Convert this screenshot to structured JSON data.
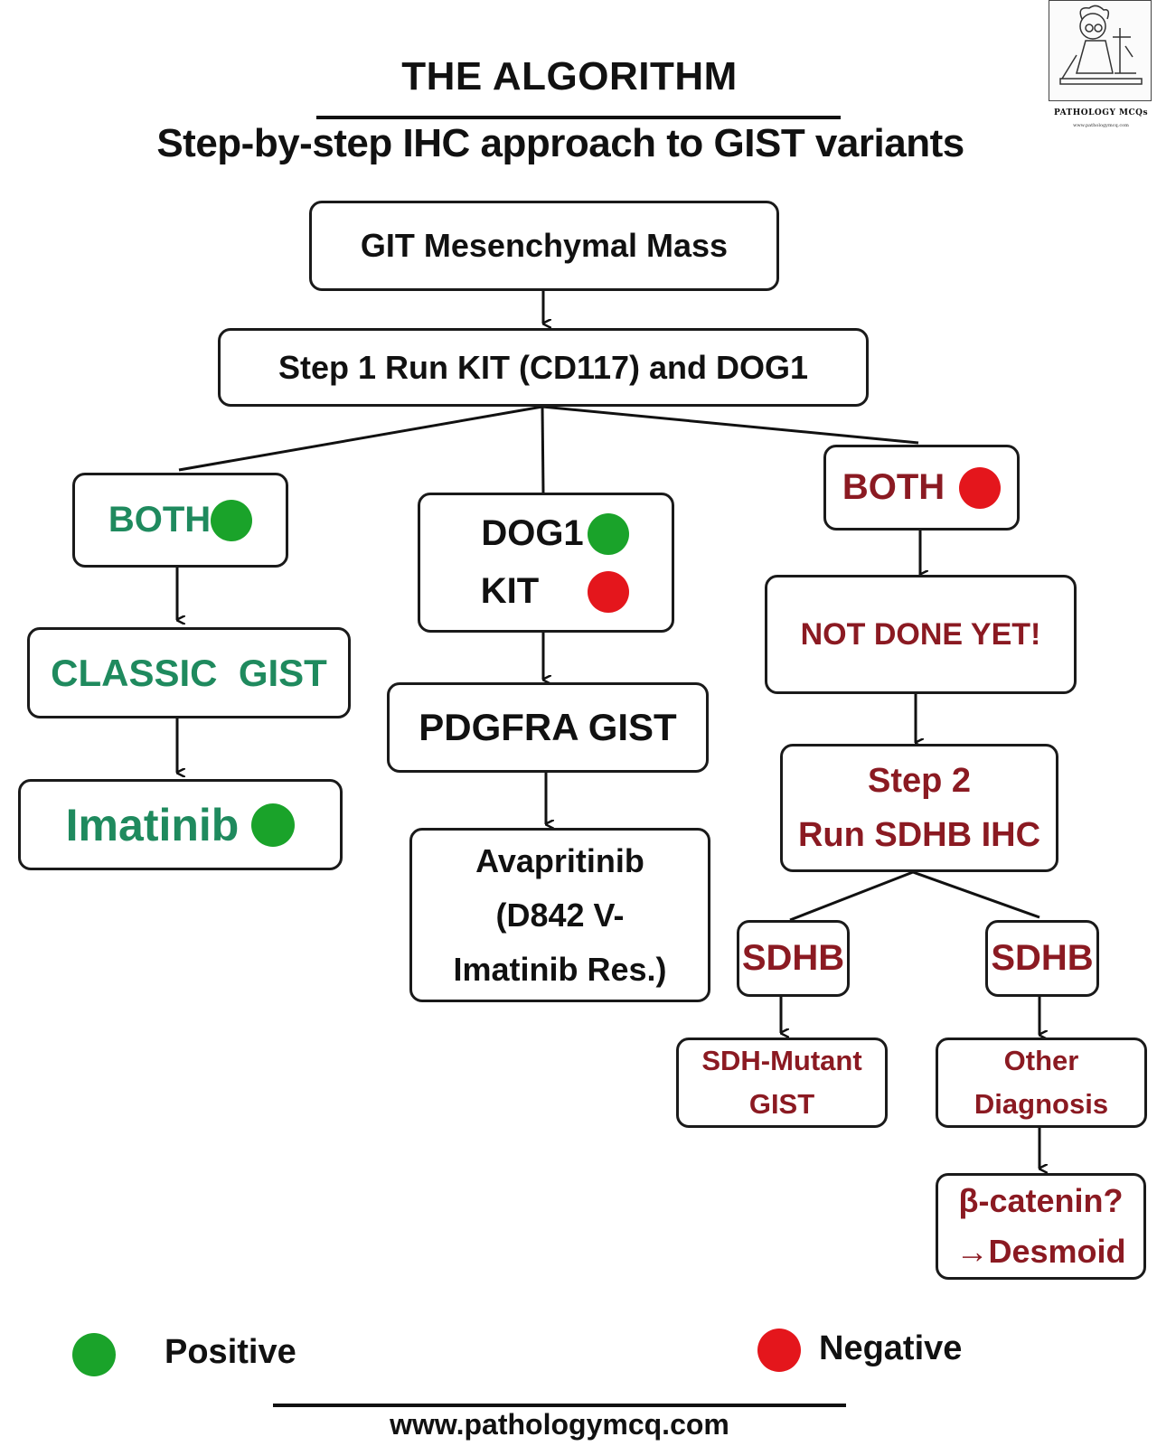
{
  "header": {
    "title": "THE ALGORITHM",
    "subtitle": "Step-by-step IHC approach to GIST variants"
  },
  "logo": {
    "caption": "PATHOLOGY MCQs",
    "url": "www.pathologymcq.com"
  },
  "nodes": {
    "start": "GIT Mesenchymal Mass",
    "step1": "Step 1 Run KIT (CD117) and DOG1",
    "both_pos": "BOTH",
    "dog1_kit_line1": "DOG1",
    "dog1_kit_line2": "KIT",
    "both_neg": "BOTH",
    "classic": "CLASSIC  GIST",
    "imatinib": "Imatinib",
    "pdgfra": "PDGFRA GIST",
    "avapritinib_l1": "Avapritinib",
    "avapritinib_l2": "(D842 V-",
    "avapritinib_l3": "Imatinib Res.)",
    "not_done": "NOT DONE YET!",
    "step2_l1": "Step 2",
    "step2_l2": "Run SDHB IHC",
    "sdhb_left": "SDHB",
    "sdhb_right": "SDHB",
    "sdh_mutant_l1": "SDH-Mutant",
    "sdh_mutant_l2": "GIST",
    "other_l1": "Other",
    "other_l2": "Diagnosis",
    "catenin_l1": "β-catenin?",
    "catenin_l2": "→Desmoid"
  },
  "legend": {
    "positive": "Positive",
    "negative": "Negative"
  },
  "colors": {
    "positive_dot": "#1aa32a",
    "negative_dot": "#e4161c",
    "green_text": "#1f8a5e",
    "maroon_text": "#8b1a22"
  },
  "footer": "www.pathologymcq.com"
}
